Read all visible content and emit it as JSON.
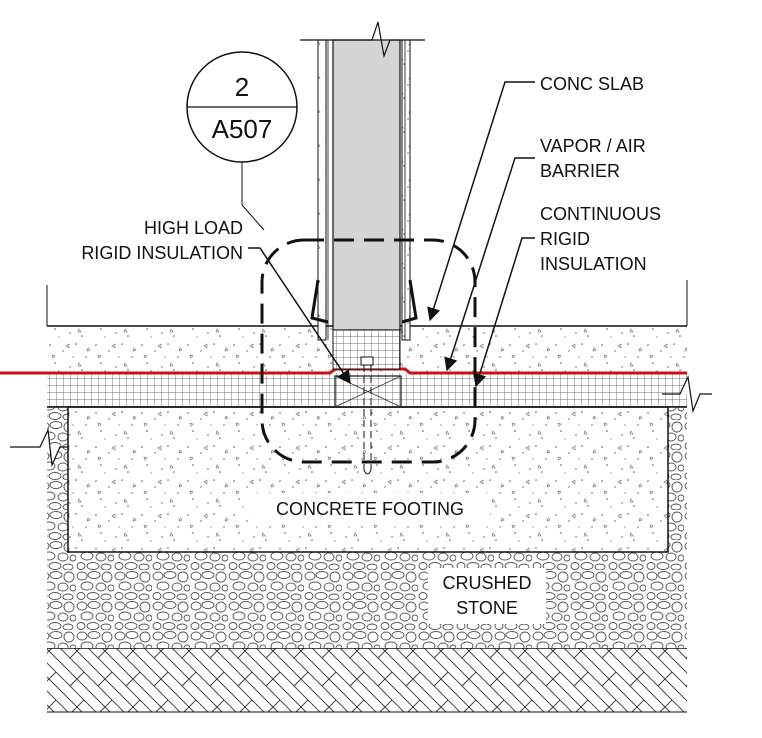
{
  "detail_callout": {
    "number": "2",
    "sheet": "A507"
  },
  "labels": {
    "conc_slab": "CONC SLAB",
    "vapor_line1": "VAPOR / AIR",
    "vapor_line2": "BARRIER",
    "cont_line1": "CONTINUOUS",
    "cont_line2": "RIGID",
    "cont_line3": "INSULATION",
    "high_load_line1": "HIGH LOAD",
    "high_load_line2": "RIGID INSULATION",
    "footing": "CONCRETE FOOTING",
    "stone_line1": "CRUSHED",
    "stone_line2": "STONE"
  },
  "colors": {
    "line": "#111111",
    "barrier": "#cc1111",
    "wall_core": "#d4d4d4"
  }
}
